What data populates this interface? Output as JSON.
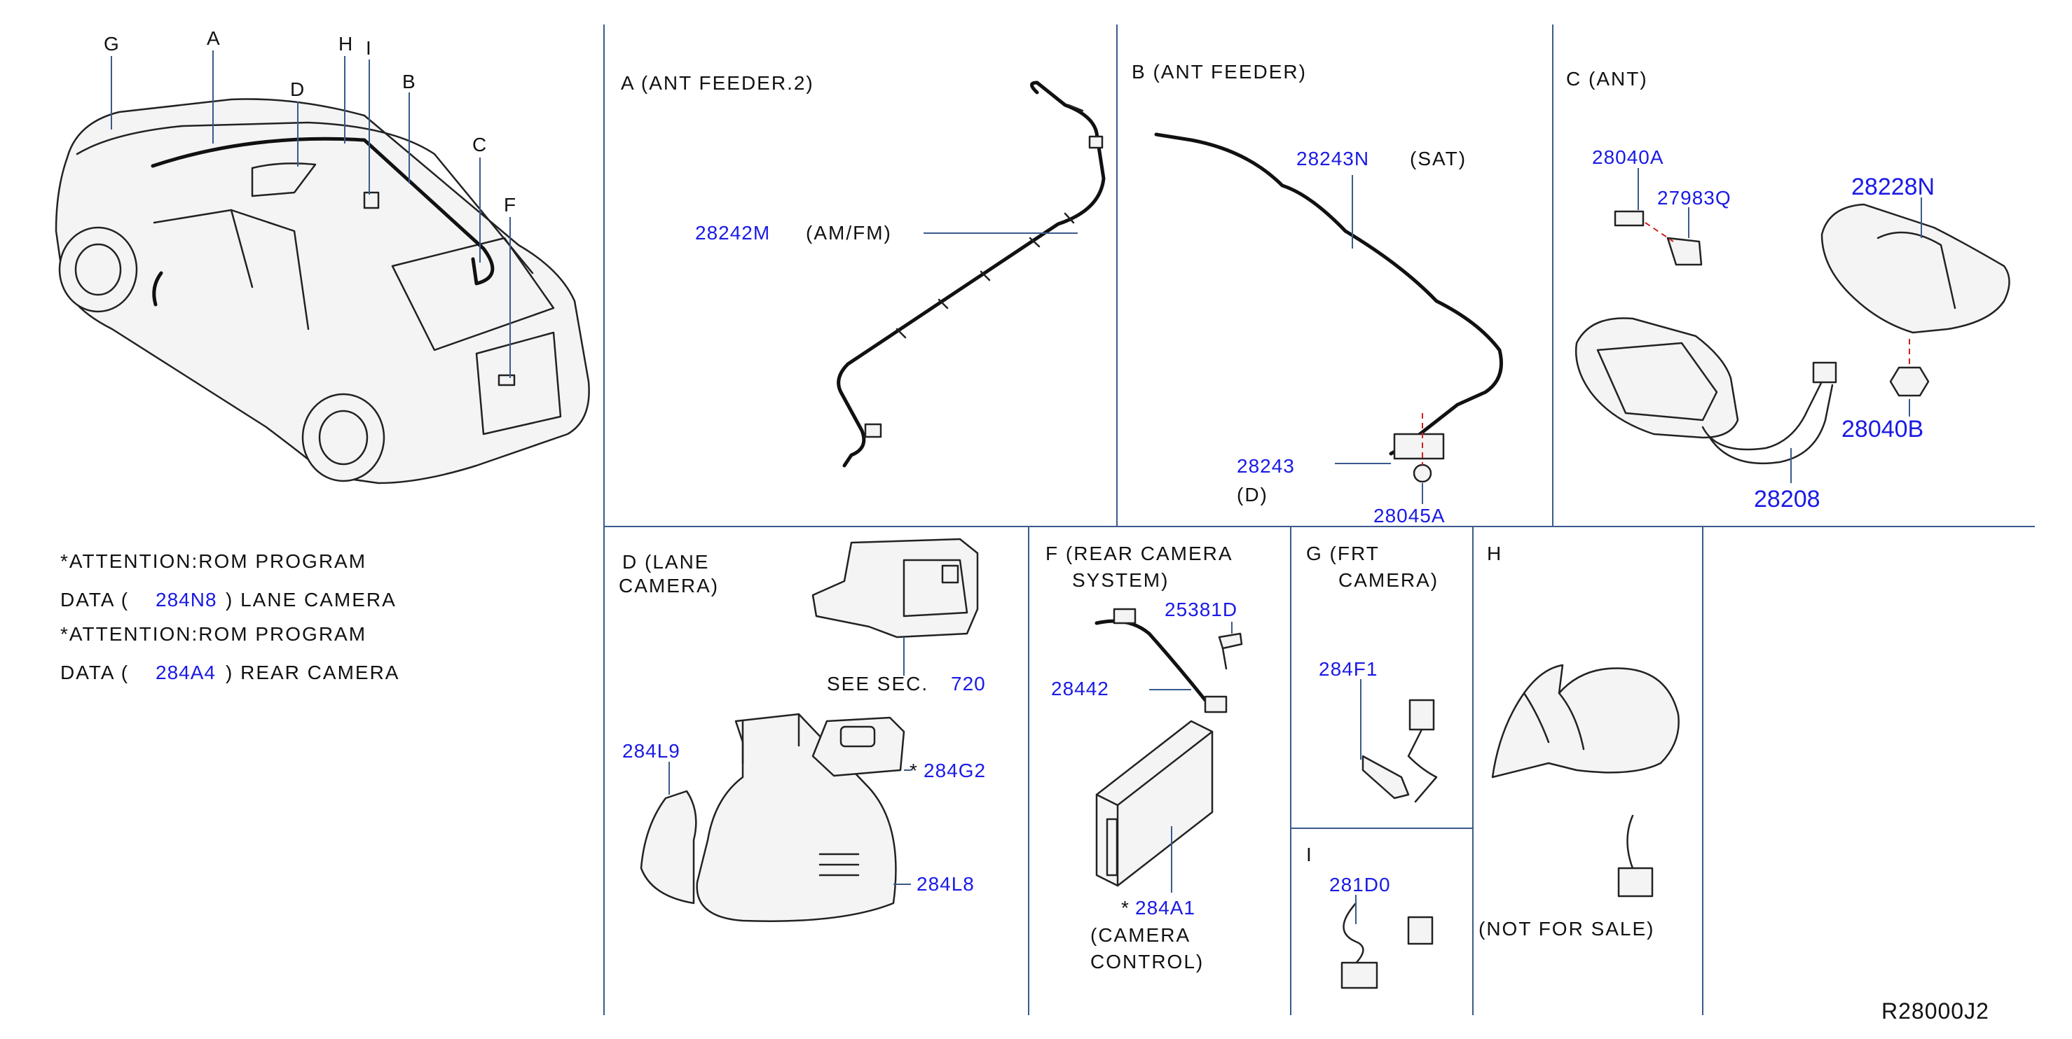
{
  "colors": {
    "part_number": "#1a1ae6",
    "text": "#111111",
    "frame": "#3a5a8c"
  },
  "overview": {
    "labels": [
      "G",
      "A",
      "H",
      "I",
      "D",
      "B",
      "C",
      "F"
    ]
  },
  "notes": [
    {
      "line1": "*ATTENTION:ROM   PROGRAM",
      "prefix": "DATA   (",
      "part": "284N8",
      "suffix": ")   LANE   CAMERA"
    },
    {
      "line1": "*ATTENTION:ROM   PROGRAM",
      "prefix": "DATA   (",
      "part": "284A4",
      "suffix": ")   REAR   CAMERA"
    }
  ],
  "sections": {
    "A": {
      "title": "A  (ANT   FEEDER.2)",
      "part": "28242M",
      "desc": "(AM/FM)"
    },
    "B": {
      "title": "B  (ANT   FEEDER)",
      "part_sat": "28243N",
      "desc_sat": "(SAT)",
      "part_d": "28243",
      "desc_d": "(D)",
      "part_clip": "28045A"
    },
    "C": {
      "title": "C  (ANT)",
      "bolt": "28040A",
      "clip": "27983Q",
      "cover": "28228N",
      "nut": "28040B",
      "base": "28208"
    },
    "D": {
      "title_1": "D   (LANE",
      "title_2": "CAMERA)",
      "see": "SEE   SEC.",
      "sec": "720",
      "cover_l": "284L9",
      "camera": "284G2",
      "cover_r": "284L8",
      "star": "*"
    },
    "F": {
      "title_1": "F   (REAR   CAMERA",
      "title_2": "SYSTEM)",
      "bolt": "25381D",
      "harness": "28442",
      "unit": "284A1",
      "star": "*",
      "desc_1": "(CAMERA",
      "desc_2": "CONTROL)"
    },
    "G": {
      "title_1": "G   (FRT",
      "title_2": "CAMERA)",
      "part": "284F1"
    },
    "H": {
      "title": "H",
      "note": "(NOT   FOR   SALE)"
    },
    "I": {
      "title": "I",
      "part": "281D0"
    }
  },
  "diagram_id": "R28000J2"
}
